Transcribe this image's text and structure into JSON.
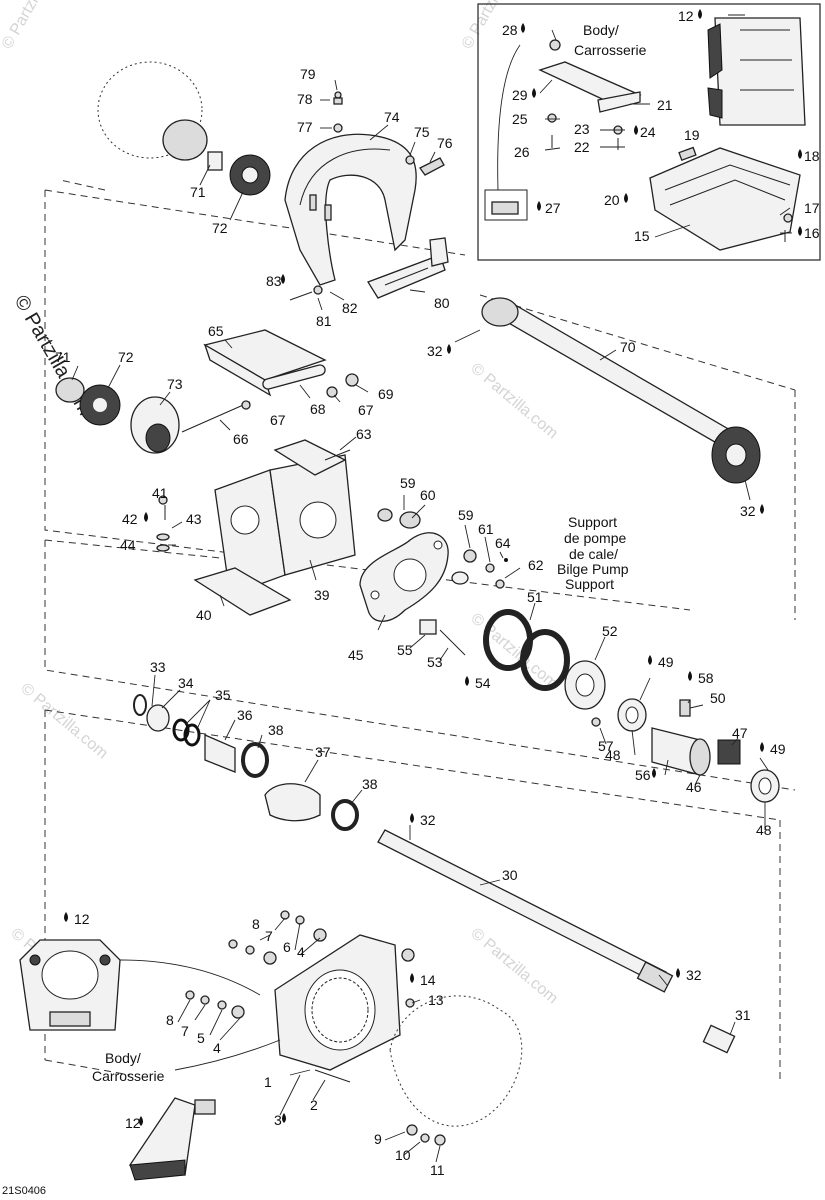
{
  "diagram_code": "21S0406",
  "watermark": "© Partzilla.com",
  "notes": {
    "body_carrosserie_top": [
      "Body/",
      "Carrosserie"
    ],
    "body_carrosserie_bottom": [
      "Body/",
      "Carrosserie"
    ],
    "bilge_pump_support": [
      "Support",
      "de pompe",
      "de cale/",
      "Bilge Pump",
      "Support"
    ]
  },
  "callouts": {
    "c1": "1",
    "c2": "2",
    "c3": "3",
    "c4a": "4",
    "c4b": "4",
    "c5a": "5",
    "c6a": "6",
    "c7a": "7",
    "c7b": "7",
    "c8a": "8",
    "c8b": "8",
    "c9": "9",
    "c10": "10",
    "c11": "11",
    "c12a": "12",
    "c12b": "12",
    "c12c": "12",
    "c13": "13",
    "c14": "14",
    "c15": "15",
    "c16": "16",
    "c17": "17",
    "c18": "18",
    "c19": "19",
    "c20": "20",
    "c21": "21",
    "c22": "22",
    "c23": "23",
    "c24": "24",
    "c25": "25",
    "c26": "26",
    "c27": "27",
    "c28": "28",
    "c29": "29",
    "c30": "30",
    "c31": "31",
    "c32a": "32",
    "c32b": "32",
    "c32c": "32",
    "c32d": "32",
    "c33": "33",
    "c34": "34",
    "c35": "35",
    "c36": "36",
    "c37": "37",
    "c38a": "38",
    "c38b": "38",
    "c39": "39",
    "c40": "40",
    "c41": "41",
    "c42": "42",
    "c43": "43",
    "c44": "44",
    "c45": "45",
    "c46": "46",
    "c47": "47",
    "c48a": "48",
    "c48b": "48",
    "c49a": "49",
    "c49b": "49",
    "c50": "50",
    "c51": "51",
    "c52": "52",
    "c53": "53",
    "c54": "54",
    "c55": "55",
    "c56": "56",
    "c57": "57",
    "c58": "58",
    "c59a": "59",
    "c59b": "59",
    "c60": "60",
    "c61": "61",
    "c62": "62",
    "c63": "63",
    "c64": "64",
    "c65": "65",
    "c66": "66",
    "c67a": "67",
    "c67b": "67",
    "c68": "68",
    "c69": "69",
    "c70": "70",
    "c71a": "71",
    "c71b": "71",
    "c72a": "72",
    "c72b": "72",
    "c73": "73",
    "c74": "74",
    "c75": "75",
    "c76": "76",
    "c77": "77",
    "c78": "78",
    "c79": "79",
    "c80": "80",
    "c81": "81",
    "c82": "82",
    "c83": "83"
  },
  "lube_marked": [
    "3",
    "12",
    "14",
    "16",
    "18",
    "20",
    "24",
    "27",
    "29",
    "32",
    "42",
    "49",
    "54",
    "56",
    "58",
    "83"
  ]
}
